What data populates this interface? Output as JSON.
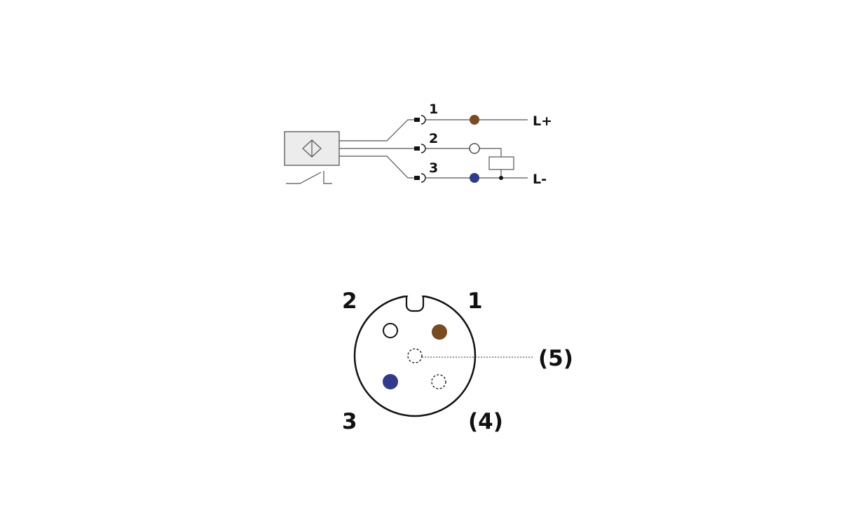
{
  "wiring": {
    "pins": [
      {
        "number": "1",
        "wire_color": "#7a4a21",
        "filled": true
      },
      {
        "number": "2",
        "wire_color": "#ffffff",
        "filled": false
      },
      {
        "number": "3",
        "wire_color": "#2f3a8c",
        "filled": true
      }
    ],
    "supply_positive": "L+",
    "supply_negative": "L-"
  },
  "connector": {
    "pin_1": "1",
    "pin_2": "2",
    "pin_3": "3",
    "pin_4": "(4)",
    "pin_5": "(5)",
    "colors": {
      "pin_1": "#7a4a21",
      "pin_3": "#2f3a8c"
    }
  },
  "colors": {
    "line": "#555555",
    "sensor_fill": "#ececec",
    "text": "#111111"
  }
}
